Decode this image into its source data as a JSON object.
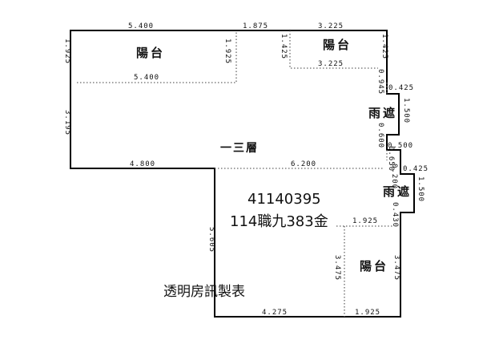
{
  "labels": {
    "balcony_top_left": "陽台",
    "balcony_top_right": "陽台",
    "balcony_bottom_right": "陽台",
    "canopy_upper": "雨遮",
    "canopy_lower": "雨遮",
    "floor_name": "一三層"
  },
  "dimensions": {
    "top_left_width": "5.400",
    "top_left_inner_width": "5.400",
    "top_mid_width": "1.875",
    "top_right_width": "3.225",
    "top_right_inner_width": "3.225",
    "left_top_height": "1.925",
    "mid_balcony_height": "1.925",
    "right_balcony_left_height": "1.425",
    "right_balcony_right_height": "1.425",
    "right_step_0945": "0.945",
    "canopy_upper_depth": "0.425",
    "canopy_upper_length": "1.500",
    "right_step_0600": "0.600",
    "right_step_0650": "0.650",
    "right_offset_0500": "0.500",
    "left_height": "3.195",
    "bottom_left_width": "4.800",
    "mid_width": "6.200",
    "right_step_0200": "0.200",
    "canopy_lower_depth": "0.425",
    "canopy_lower_length": "1.500",
    "right_step_0430": "0.430",
    "lower_left_height": "5.605",
    "lower_balcony_width": "1.925",
    "lower_balcony_height": "3.475",
    "lower_right_height": "3.475",
    "bottom_width": "4.275",
    "bottom_right_width": "1.925"
  },
  "stamp": {
    "code": "41140395",
    "case_number": "114職九383金",
    "source": "透明房訊製表"
  }
}
